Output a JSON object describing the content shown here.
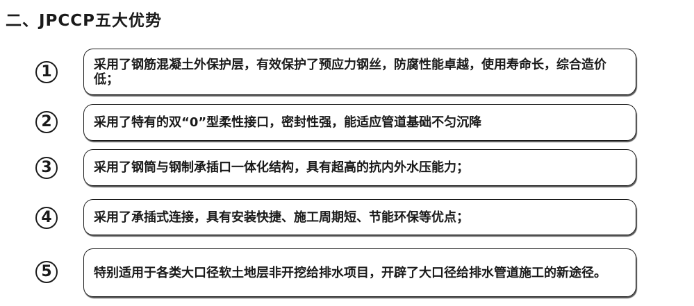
{
  "title": "二、JPCCP五大优势",
  "items": [
    {
      "number": "1",
      "text": "采用了钢筋混凝土外保护层，有效保护了预应力钢丝，防腐性能卓越，使用寿命长，综合造价低；"
    },
    {
      "number": "2",
      "text": "采用了特有的双“0”型柔性接口，密封性强，能适应管道基础不匀沉降"
    },
    {
      "number": "3",
      "text": "采用了钢筒与钢制承插口一体化结构，具有超高的抗内外水压能力；"
    },
    {
      "number": "4",
      "text": "采用了承插式连接，具有安装快捷、施工周期短、节能环保等优点；"
    },
    {
      "number": "5",
      "text": "特别适用于各类大口径软土地层非开挖给排水项目，开辟了大口径给排水管道施工的新途径。"
    }
  ]
}
